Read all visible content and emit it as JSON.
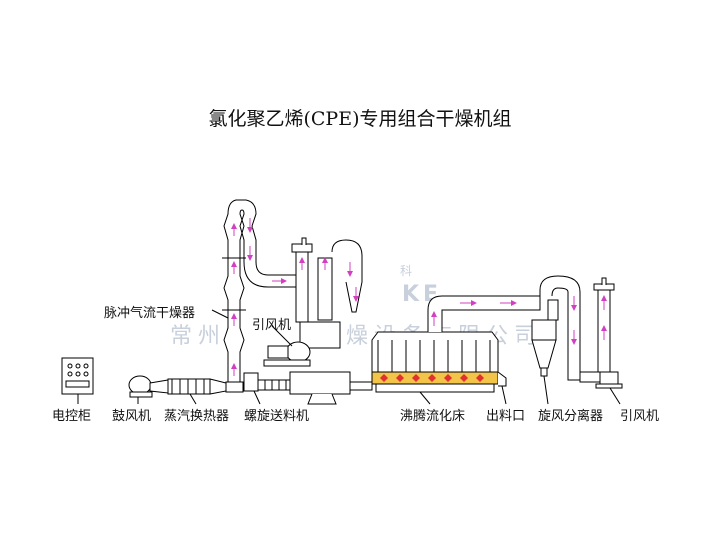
{
  "title": "氯化聚乙烯(CPE)专用组合干燥机组",
  "watermark": {
    "company": "常州市",
    "company_tail": "干燥设备有限公司",
    "brand": "KE",
    "brand_char": "科"
  },
  "labels": {
    "pulse_dryer": "脉冲气流干燥器",
    "induced_fan_top": "引风机",
    "control_cabinet": "电控柜",
    "blower": "鼓风机",
    "steam_heater": "蒸汽换热器",
    "screw_feeder": "螺旋送料机",
    "fluid_bed": "沸腾流化床",
    "outlet": "出料口",
    "cyclone": "旋风分离器",
    "induced_fan": "引风机"
  },
  "colors": {
    "line": "#000000",
    "flow_arrow": "#d040c0",
    "heater_mark": "#e03030",
    "bed_base": "#f2c44a",
    "pipe_fill": "#ffffff"
  }
}
